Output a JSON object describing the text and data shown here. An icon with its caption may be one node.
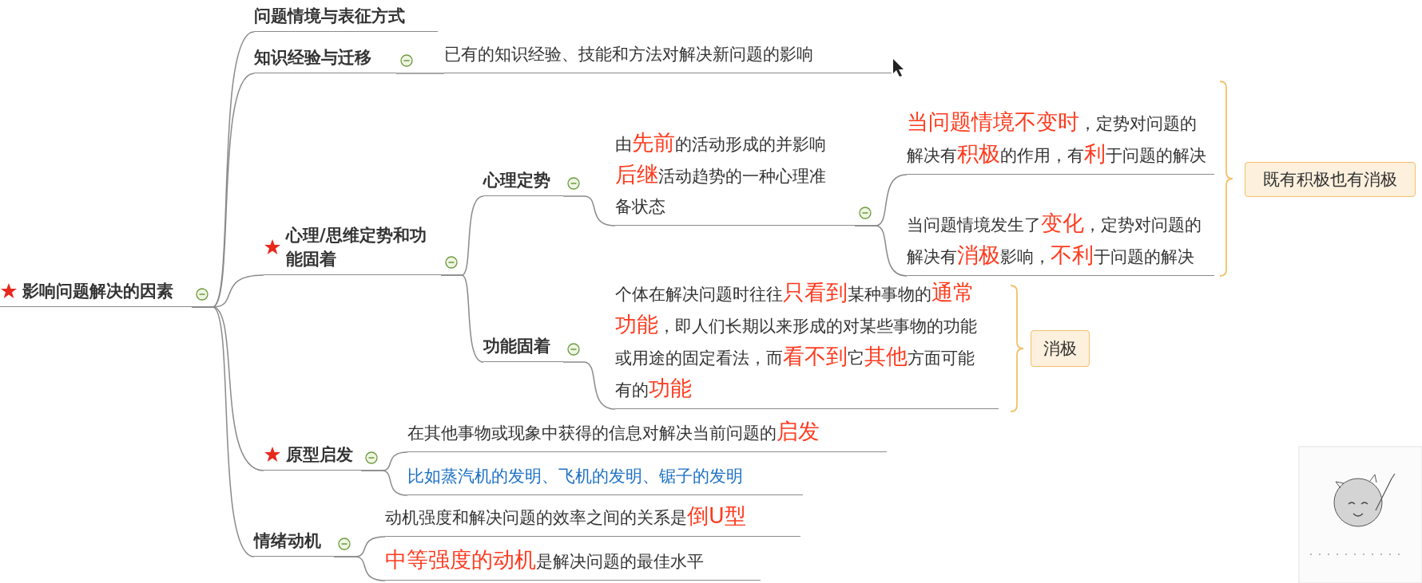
{
  "diagram": {
    "nodes": [
      {
        "text": [
          "影响问题解决的因素"
        ]
      },
      {
        "text": [
          "问题情境与表征方式"
        ]
      },
      {
        "text": [
          "知识经验与迁移"
        ]
      },
      {
        "text": [
          "已有的知识经验、技能和方法对解决新问题的影响"
        ]
      },
      {
        "text": [
          "心理/思维定势和功能固着"
        ]
      },
      {
        "text": [
          "心理定势"
        ]
      },
      {
        "text": [
          "由**先前**的活动形成的并影响**后继**活动趋势的一种心理准备状态"
        ]
      },
      {
        "text": [
          "**当问题情境不变时**，定势对问题的解决有**积极**的作用，有**利**于问题的解决"
        ]
      },
      {
        "text": [
          "当问题情境发生了**变化**，定势对问题的解决有**消极**影响，**不利**于问题的解决"
        ]
      },
      {
        "text": [
          "既有积极也有消极"
        ]
      },
      {
        "text": [
          "功能固着"
        ]
      },
      {
        "text": [
          "个体在解决问题时往往**只看到**某种事物的**通常功能**，即人们长期以来形成的对某些事物的功能或用途的固定看法，而**看不到**它**其他**方面可能有的**功能**"
        ]
      },
      {
        "text": [
          "消极"
        ]
      },
      {
        "text": [
          "原型启发"
        ]
      },
      {
        "text": [
          "在其他事物或现象中获得的信息对解决当前问题的**启发**"
        ]
      },
      {
        "text": [
          "比如蒸汽机的发明、飞机的发明、锯子的发明"
        ]
      },
      {
        "text": [
          "情绪动机"
        ]
      },
      {
        "text": [
          "动机强度和解决问题的效率之间的关系是**倒U型**"
        ]
      },
      {
        "text": [
          "**中等强度的动机**是解决问题的最佳水平"
        ]
      }
    ],
    "edges": [
      {
        "from": 0,
        "to": 1,
        "arrow": "none"
      },
      {
        "from": 0,
        "to": 2,
        "arrow": "none"
      },
      {
        "from": 2,
        "to": 3,
        "arrow": "none"
      },
      {
        "from": 0,
        "to": 4,
        "arrow": "none"
      },
      {
        "from": 4,
        "to": 5,
        "arrow": "none"
      },
      {
        "from": 5,
        "to": 6,
        "arrow": "none"
      },
      {
        "from": 6,
        "to": 7,
        "arrow": "none"
      },
      {
        "from": 6,
        "to": 8,
        "arrow": "none"
      },
      {
        "from": 4,
        "to": 10,
        "arrow": "none"
      },
      {
        "from": 10,
        "to": 11,
        "arrow": "none"
      },
      {
        "from": 0,
        "to": 13,
        "arrow": "none"
      },
      {
        "from": 13,
        "to": 14,
        "arrow": "none"
      },
      {
        "from": 13,
        "to": 15,
        "arrow": "none"
      },
      {
        "from": 0,
        "to": 16,
        "arrow": "none"
      },
      {
        "from": 16,
        "to": 17,
        "arrow": "none"
      },
      {
        "from": 16,
        "to": 18,
        "arrow": "none"
      }
    ]
  }
}
